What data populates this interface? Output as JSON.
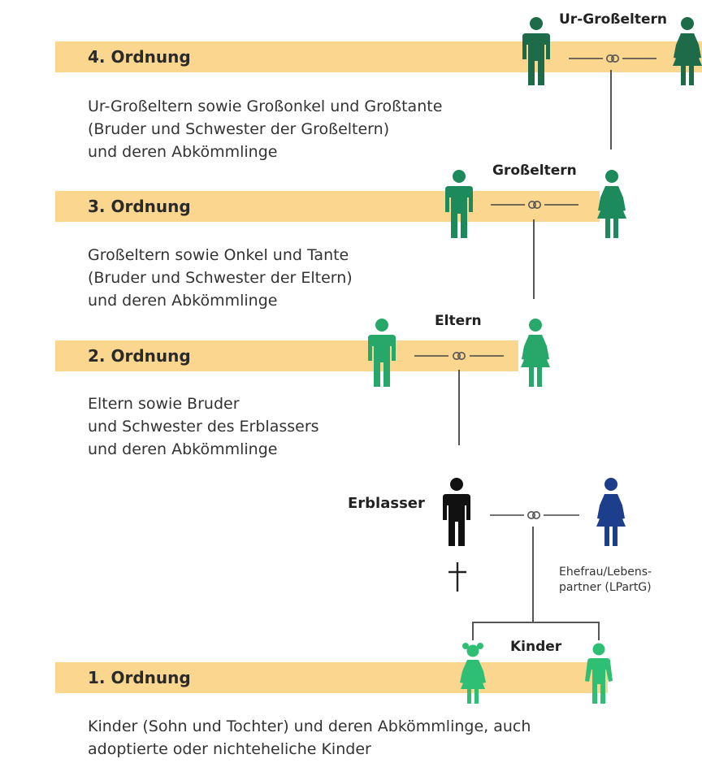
{
  "orders": [
    {
      "label": "4. Ordnung",
      "desc": [
        "Ur-Großeltern sowie Großonkel und Großtante",
        "(Bruder und Schwester der Großeltern)",
        "und deren Abkömmlinge"
      ]
    },
    {
      "label": "3. Ordnung",
      "desc": [
        "Großeltern sowie Onkel und Tante",
        "(Bruder und Schwester der Eltern)",
        "und deren Abkömmlinge"
      ]
    },
    {
      "label": "2. Ordnung",
      "desc": [
        "Eltern sowie Bruder",
        "und Schwester des Erblassers",
        "und deren Abkömmlinge"
      ]
    },
    {
      "label": "1. Ordnung",
      "desc": [
        "Kinder (Sohn und Tochter) und deren Abkömmlinge, auch",
        "adoptierte oder nichteheliche Kinder"
      ]
    }
  ],
  "generations": {
    "ur_grosseltern": "Ur-Großeltern",
    "grosseltern": "Großeltern",
    "eltern": "Eltern",
    "erblasser": "Erblasser",
    "spouse": [
      "Ehefrau/Lebens-",
      "partner (LPartG)"
    ],
    "kinder": "Kinder"
  },
  "colors": {
    "band": "#fbd68e",
    "gen4": "#1e6b4a",
    "gen3": "#1c8a5a",
    "gen2": "#27a86a",
    "gen1": "#2fbf74",
    "erblasser": "#111111",
    "spouse": "#1d3e8a",
    "line": "#555555"
  },
  "icons": [
    "male-figure-icon",
    "female-figure-icon",
    "wedding-rings-icon",
    "cross-icon",
    "girl-figure-icon",
    "boy-figure-icon"
  ]
}
